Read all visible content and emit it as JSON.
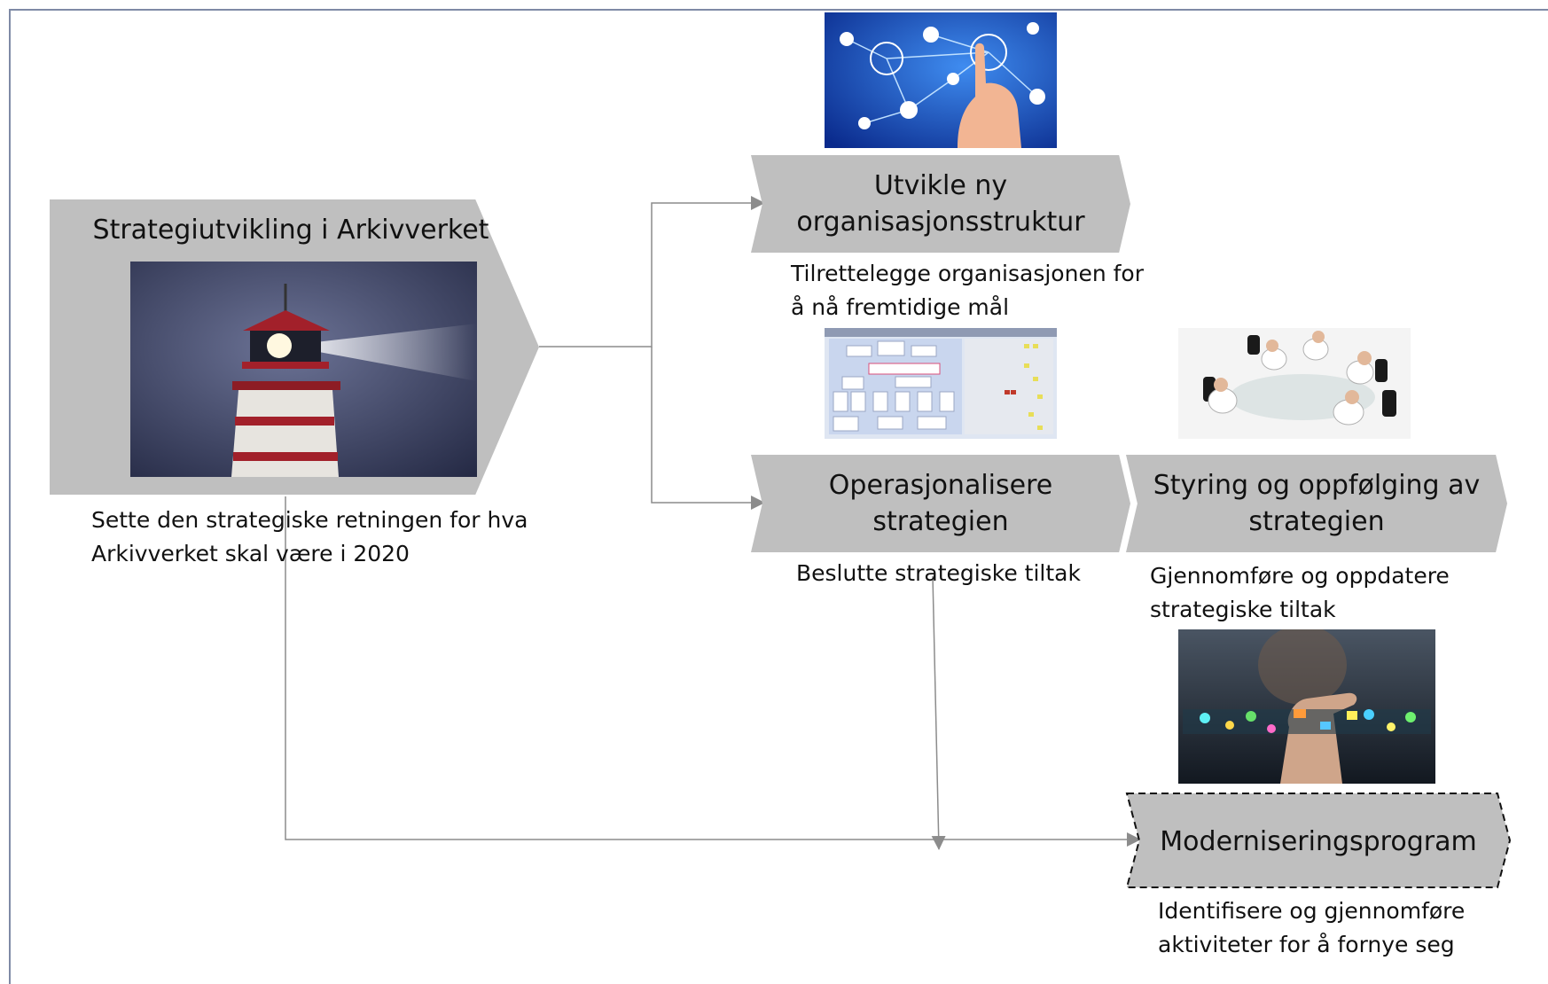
{
  "colors": {
    "box_fill": "#bfbfbf",
    "connector": "#8c8c8c",
    "frame": "#7f8aa6"
  },
  "nodes": {
    "strategy": {
      "title": "Strategiutvikling i Arkivverket",
      "description": "Sette den strategiske retningen for hva\nArkivverket skal være i 2020",
      "image": "lighthouse-photo"
    },
    "org": {
      "title": "Utvikle ny\norganisasjonsstruktur",
      "description": "Tilrettelegge organisasjonen for\nå nå fremtidige mål",
      "image": "network-touch-photo"
    },
    "operationalize": {
      "title": "Operasjonalisere\nstrategien",
      "description": "Beslutte strategiske tiltak",
      "image": "strategy-map-thumbnail"
    },
    "steering": {
      "title": "Styring og oppfølging av\nstrategien",
      "description": "Gjennomføre og oppdatere\nstrategiske tiltak",
      "image": "meeting-photo"
    },
    "modernization": {
      "title": "Moderniseringsprogram",
      "description": "Identifisere og gjennomføre\naktiviteter for å fornye seg",
      "image": "digital-hand-photo"
    }
  }
}
